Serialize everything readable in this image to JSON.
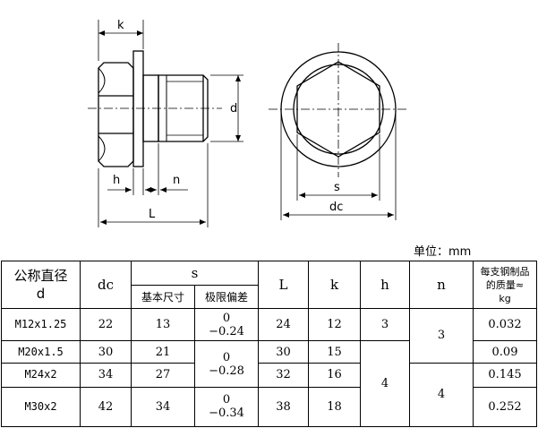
{
  "drawing": {
    "labels": {
      "k": "k",
      "d": "d",
      "h": "h",
      "n": "n",
      "L": "L",
      "s": "s",
      "dc": "dc"
    }
  },
  "unit": "单位：mm",
  "table": {
    "headers": {
      "nominal_diameter_line1": "公称直径",
      "nominal_diameter_line2": "d",
      "dc": "dc",
      "s": "s",
      "s_basic": "基本尺寸",
      "s_tolerance": "极限偏差",
      "L": "L",
      "k": "k",
      "h": "h",
      "n": "n",
      "mass_line1": "每支钢制品",
      "mass_line2": "的质量≈",
      "mass_line3": "kg"
    },
    "rows": [
      {
        "size": "M12x1.25",
        "dc": "22",
        "s": "13",
        "tol_upper": "0",
        "tol_lower": "−0.24",
        "L": "24",
        "k": "12",
        "mass": "0.032"
      },
      {
        "size": "M20x1.5",
        "dc": "30",
        "s": "21",
        "L": "30",
        "k": "15",
        "mass": "0.09"
      },
      {
        "size": "M24x2",
        "dc": "34",
        "s": "27",
        "L": "32",
        "k": "16",
        "mass": "0.145"
      },
      {
        "size": "M30x2",
        "dc": "42",
        "s": "34",
        "tol_upper": "0",
        "tol_lower": "−0.34",
        "L": "38",
        "k": "18",
        "mass": "0.252"
      }
    ],
    "merged": {
      "tol_rows_2_3_upper": "0",
      "tol_rows_2_3_lower": "−0.28",
      "h_row_1": "3",
      "h_rows_2_4": "4",
      "n_rows_1_2": "3",
      "n_rows_3_4": "4"
    }
  }
}
